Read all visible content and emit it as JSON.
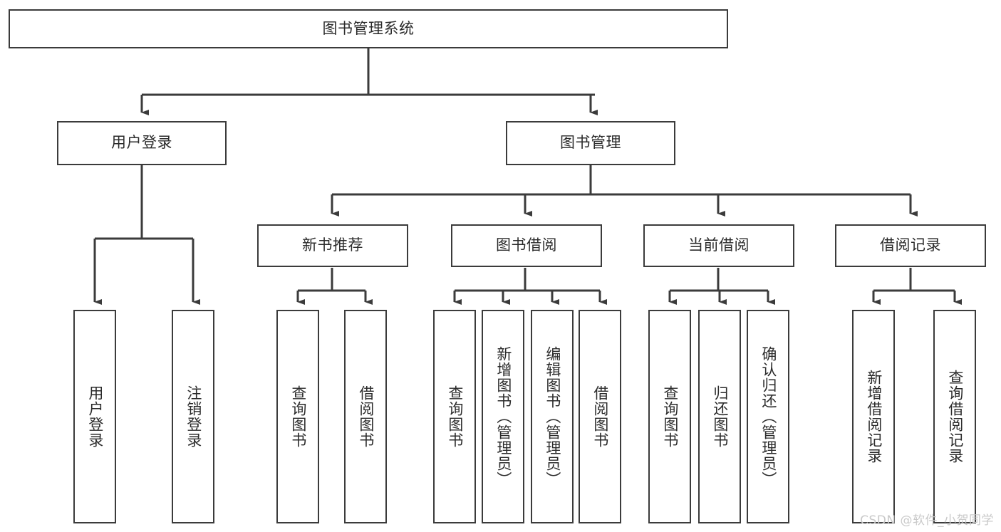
{
  "diagram": {
    "title_node": {
      "label": "图书管理系统"
    },
    "level1": [
      {
        "id": "user-login",
        "label": "用户登录"
      },
      {
        "id": "book-management",
        "label": "图书管理"
      }
    ],
    "level2": [
      {
        "id": "new-book-recommend",
        "label": "新书推荐"
      },
      {
        "id": "book-borrow",
        "label": "图书借阅"
      },
      {
        "id": "current-borrow",
        "label": "当前借阅"
      },
      {
        "id": "borrow-record",
        "label": "借阅记录"
      }
    ],
    "leaves": [
      {
        "id": "leaf-user-login",
        "label": "用户登录",
        "parent": "user-login"
      },
      {
        "id": "leaf-logout-login",
        "label": "注销登录",
        "parent": "user-login"
      },
      {
        "id": "leaf-query-book-1",
        "label": "查询图书",
        "parent": "new-book-recommend"
      },
      {
        "id": "leaf-borrow-book-1",
        "label": "借阅图书",
        "parent": "new-book-recommend"
      },
      {
        "id": "leaf-query-book-2",
        "label": "查询图书",
        "parent": "book-borrow"
      },
      {
        "id": "leaf-add-book",
        "label": "新增图书（管理员）",
        "parent": "book-borrow"
      },
      {
        "id": "leaf-edit-book",
        "label": "编辑图书（管理员）",
        "parent": "book-borrow"
      },
      {
        "id": "leaf-borrow-book-2",
        "label": "借阅图书",
        "parent": "book-borrow"
      },
      {
        "id": "leaf-query-book-3",
        "label": "查询图书",
        "parent": "current-borrow"
      },
      {
        "id": "leaf-return-book",
        "label": "归还图书",
        "parent": "current-borrow"
      },
      {
        "id": "leaf-confirm-return",
        "label": "确认归还（管理员）",
        "parent": "current-borrow"
      },
      {
        "id": "leaf-add-record",
        "label": "新增借阅记录",
        "parent": "borrow-record"
      },
      {
        "id": "leaf-query-record",
        "label": "查询借阅记录",
        "parent": "borrow-record"
      }
    ],
    "colors": {
      "stroke": "#3b3b3b",
      "text": "#2b2b2b",
      "background": "#ffffff",
      "watermark": "#c9c9c9"
    }
  },
  "watermark": {
    "text": "CSDN @软件_小贺同学"
  }
}
